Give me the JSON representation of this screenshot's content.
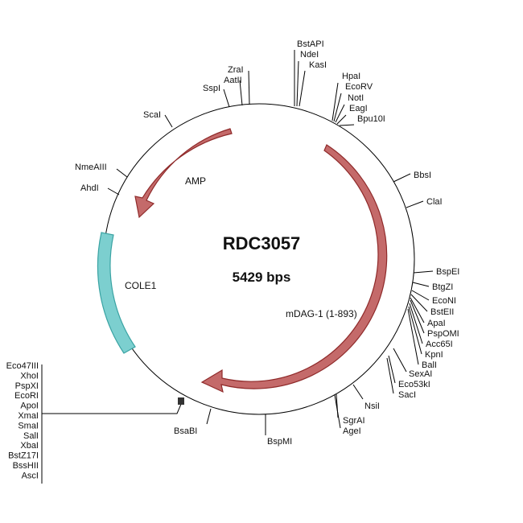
{
  "plasmid": {
    "name": "RDC3057",
    "size": "5429 bps"
  },
  "features": [
    {
      "name": "AMP",
      "color": "#c46a6a",
      "type": "arrow"
    },
    {
      "name": "mDAG-1 (1-893)",
      "color": "#c46a6a",
      "type": "arrow"
    },
    {
      "name": "COLE1",
      "color": "#7ccfcf",
      "type": "block"
    }
  ],
  "sites": {
    "top_cluster": [
      "BstAPI",
      "NdeI",
      "KasI"
    ],
    "top_right_cluster": [
      "HpaI",
      "EcoRV",
      "NotI",
      "EagI",
      "Bpu10I"
    ],
    "right_upper": [
      "BbsI",
      "ClaI"
    ],
    "right_cluster": [
      "BspEI",
      "BtgZI",
      "EcoNI",
      "BstEII",
      "ApaI",
      "PspOMI",
      "Acc65I",
      "KpnI",
      "BalI"
    ],
    "lower_right": [
      "SexAI",
      "Eco53kI",
      "SacI"
    ],
    "bottom_right": [
      "NsiI",
      "SgrAI",
      "AgeI"
    ],
    "bottom": [
      "BspMI",
      "BsaBI"
    ],
    "mcs_cluster": [
      "Eco47III",
      "XhoI",
      "PspXI",
      "EcoRI",
      "ApoI",
      "XmaI",
      "SmaI",
      "SalI",
      "XbaI",
      "BstZ17I",
      "BssHII",
      "AscI"
    ],
    "left": [
      "AhdI",
      "NmeAIII",
      "ScaI",
      "SspI",
      "AatII",
      "ZraI"
    ]
  }
}
